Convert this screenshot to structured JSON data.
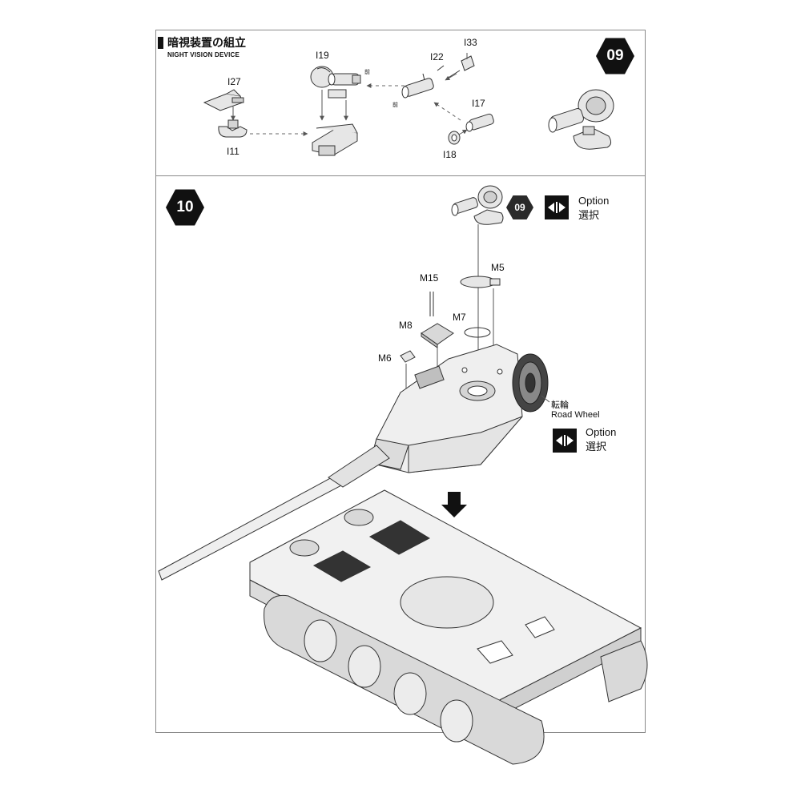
{
  "step09": {
    "title_jp": "暗視装置の組立",
    "title_en": "NIGHT VISION DEVICE",
    "step_number": "09",
    "parts": {
      "i27": "I27",
      "i11": "I11",
      "i19": "I19",
      "i22": "I22",
      "i33": "I33",
      "i17": "I17",
      "i18": "I18"
    },
    "front_mark_1": "前",
    "front_mark_2": "前"
  },
  "step10": {
    "step_number": "10",
    "ref_step": "09",
    "parts": {
      "m15": "M15",
      "m5": "M5",
      "m8": "M8",
      "m7": "M7",
      "m6": "M6"
    },
    "option_label_en": "Option",
    "option_label_jp": "選択",
    "road_wheel_jp": "転輪",
    "road_wheel_en": "Road Wheel",
    "option2_label_en": "Option",
    "option2_label_jp": "選択"
  }
}
